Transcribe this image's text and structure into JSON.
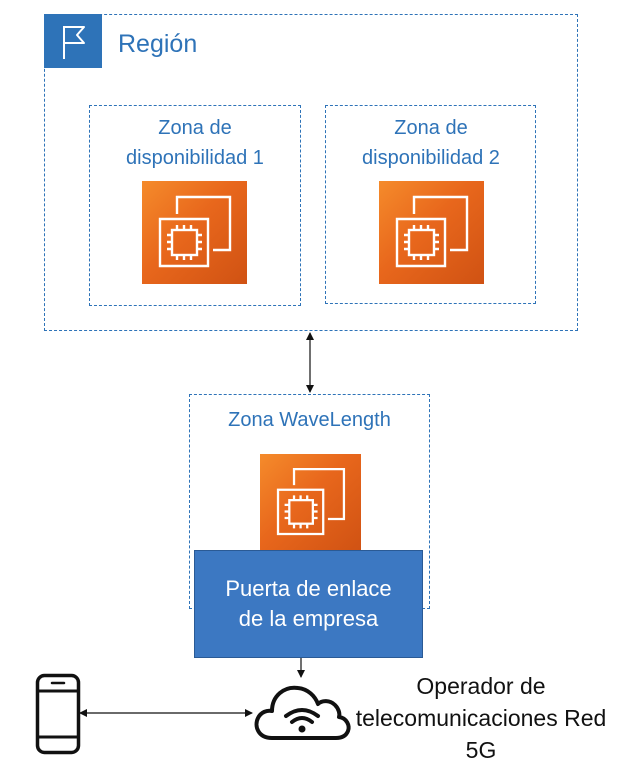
{
  "region": {
    "label": "Región",
    "icon": "flag-icon"
  },
  "availability_zones": [
    {
      "label": "Zona de disponibilidad 1",
      "icon": "ec2-instance-icon"
    },
    {
      "label": "Zona de disponibilidad 2",
      "icon": "ec2-instance-icon"
    }
  ],
  "wavelength_zone": {
    "label": "Zona WaveLength",
    "icon": "ec2-instance-icon"
  },
  "gateway": {
    "label": "Puerta de enlace de la empresa"
  },
  "carrier": {
    "label": "Operador de telecomunicaciones Red 5G",
    "icon": "cloud-wifi-icon"
  },
  "device": {
    "icon": "mobile-phone-icon"
  },
  "colors": {
    "accent_blue": "#2E73B8",
    "gateway_blue": "#3C78C2",
    "ec2_orange": "#E8671C"
  }
}
